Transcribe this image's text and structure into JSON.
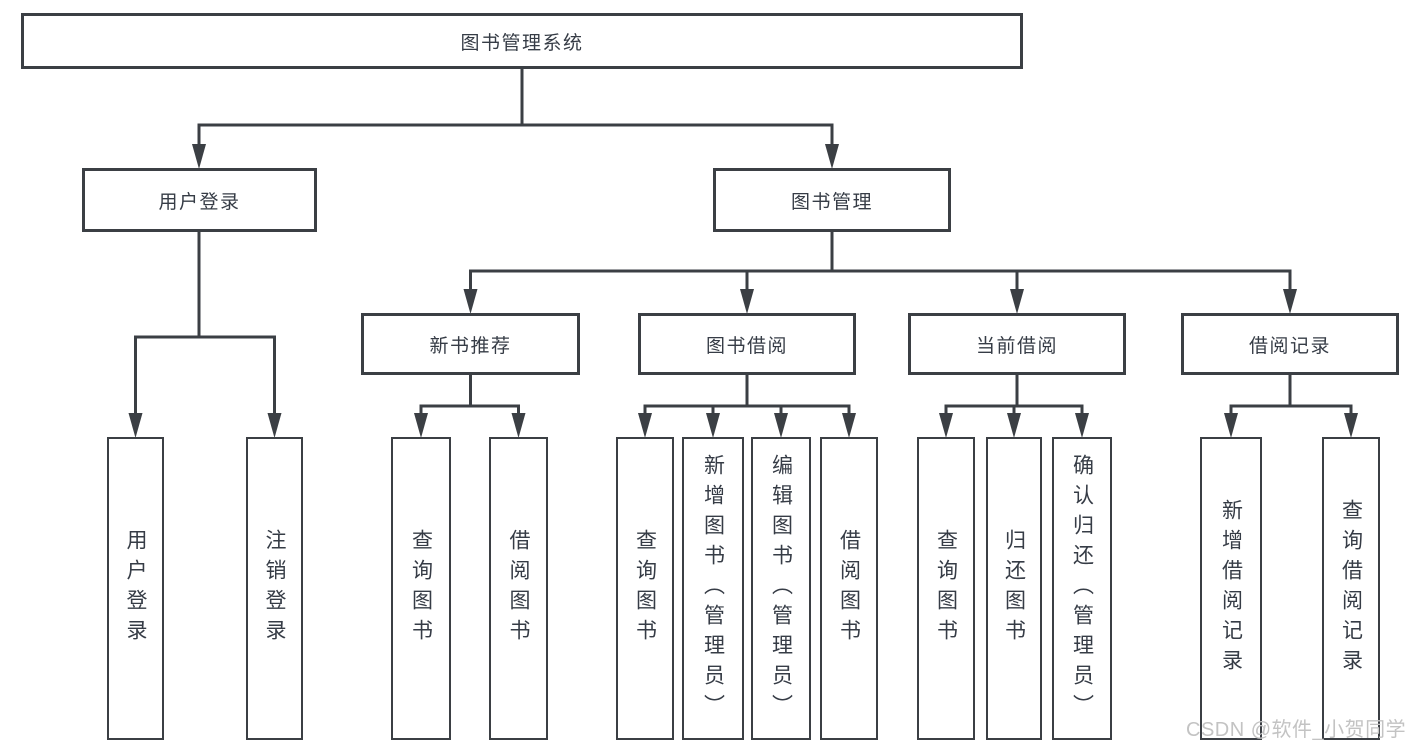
{
  "colors": {
    "line": "#3b3f44",
    "box_border": "#3b3f44",
    "box_fill": "#ffffff",
    "text": "#363c46",
    "watermark": "#c3c3c3"
  },
  "watermark": {
    "text": "CSDN @软件_小贺同学"
  },
  "diagram": {
    "root": {
      "label": "图书管理系统"
    },
    "level2": [
      {
        "label": "用户登录"
      },
      {
        "label": "图书管理"
      }
    ],
    "level3": [
      {
        "label": "新书推荐",
        "parent": "图书管理"
      },
      {
        "label": "图书借阅",
        "parent": "图书管理"
      },
      {
        "label": "当前借阅",
        "parent": "图书管理"
      },
      {
        "label": "借阅记录",
        "parent": "图书管理"
      }
    ],
    "leaves": [
      {
        "label": "用户登录",
        "parent": "用户登录"
      },
      {
        "label": "注销登录",
        "parent": "用户登录"
      },
      {
        "label": "查询图书",
        "parent": "新书推荐"
      },
      {
        "label": "借阅图书",
        "parent": "新书推荐"
      },
      {
        "label": "查询图书",
        "parent": "图书借阅"
      },
      {
        "label": "新增图书（管理员）",
        "parent": "图书借阅"
      },
      {
        "label": "编辑图书（管理员）",
        "parent": "图书借阅"
      },
      {
        "label": "借阅图书",
        "parent": "图书借阅"
      },
      {
        "label": "查询图书",
        "parent": "当前借阅"
      },
      {
        "label": "归还图书",
        "parent": "当前借阅"
      },
      {
        "label": "确认归还（管理员）",
        "parent": "当前借阅"
      },
      {
        "label": "新增借阅记录",
        "parent": "借阅记录"
      },
      {
        "label": "查询借阅记录",
        "parent": "借阅记录"
      }
    ]
  }
}
